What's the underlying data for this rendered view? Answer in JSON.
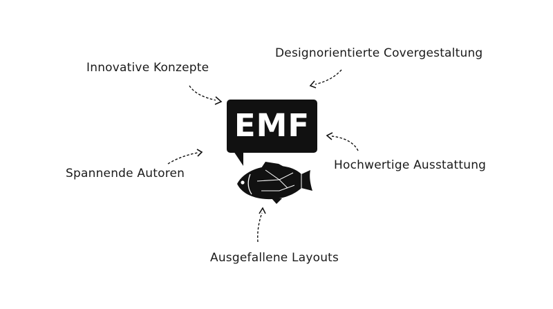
{
  "logo": {
    "text": "EMF"
  },
  "features": {
    "innovative": "Innovative Konzepte",
    "design": "Designorientierte Covergestaltung",
    "quality": "Hochwertige Ausstattung",
    "authors": "Spannende Autoren",
    "layouts": "Ausgefallene Layouts"
  },
  "colors": {
    "ink": "#111111",
    "background": "#ffffff"
  }
}
